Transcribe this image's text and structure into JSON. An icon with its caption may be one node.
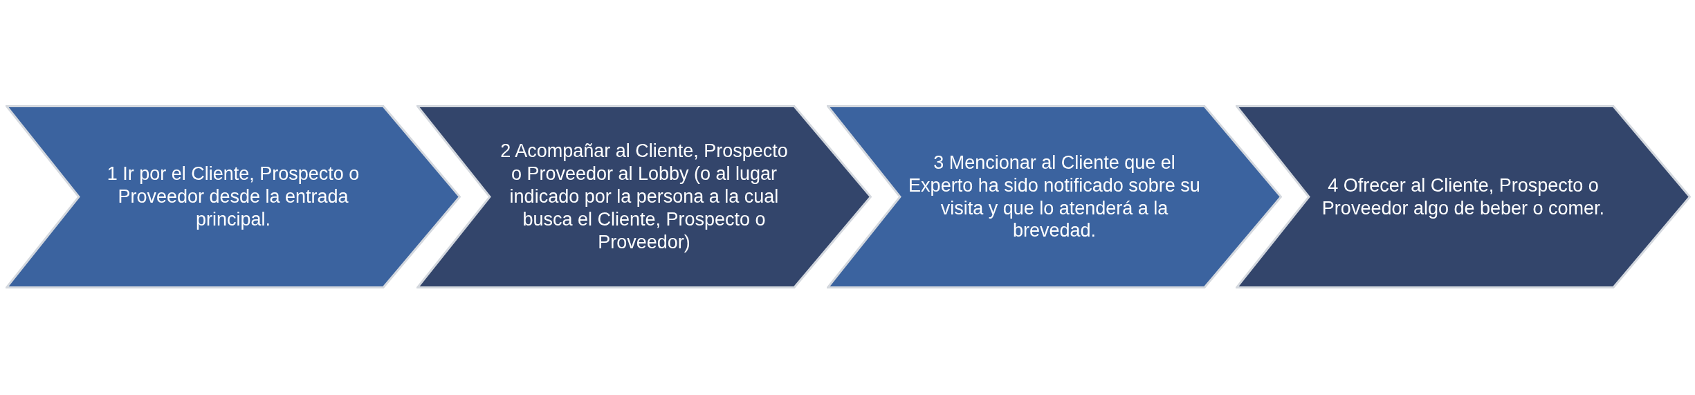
{
  "diagram": {
    "nodes": [
      {
        "text": [
          "1 Ir por el Cliente, Prospecto o Proveedor desde la entrada principal."
        ]
      },
      {
        "text": [
          "2 Acompañar al Cliente, Prospecto o Proveedor al Lobby (o al lugar indicado por la persona a la cual busca el Cliente, Prospecto o Proveedor)"
        ]
      },
      {
        "text": [
          "3 Mencionar al Cliente que el Experto ha sido notificado sobre su visita y que lo atenderá a la brevedad."
        ]
      },
      {
        "text": [
          "4 Ofrecer al Cliente, Prospecto o Proveedor algo de beber o comer."
        ]
      }
    ]
  }
}
